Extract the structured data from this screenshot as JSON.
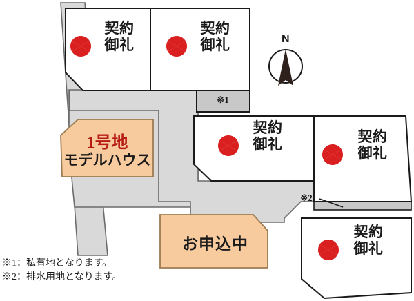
{
  "map": {
    "title_alt": "区画図",
    "colors": {
      "road": "#d9d9d9",
      "road_stroke": "#6b6b6b",
      "plot_white": "#ffffff",
      "plot_stroke": "#1a1a1a",
      "orange_fill": "#f8cb9e",
      "orange_stroke": "#9c7b52",
      "note_fill": "#c8c8c8",
      "note_stroke": "#1a1a1a",
      "accent_red": "#d91f1f",
      "label_red": "#b71b15",
      "compass_needle": "#2e211c",
      "text": "#1a1a1a"
    },
    "plots": [
      {
        "id": "plot-top-left",
        "status_line1": "契約",
        "status_line2": "御礼",
        "icon": "flower-seal-icon"
      },
      {
        "id": "plot-top-right",
        "status_line1": "契約",
        "status_line2": "御礼",
        "icon": "flower-seal-icon"
      },
      {
        "id": "plot-middle-center",
        "status_line1": "契約",
        "status_line2": "御礼",
        "icon": "flower-seal-icon"
      },
      {
        "id": "plot-middle-right",
        "status_line1": "契約",
        "status_line2": "御礼",
        "icon": "flower-seal-icon"
      },
      {
        "id": "plot-bottom-right",
        "status_line1": "契約",
        "status_line2": "御礼",
        "icon": "flower-seal-icon"
      }
    ],
    "model_house": {
      "line1": "1号地",
      "line2": "モデルハウス"
    },
    "application_plot": {
      "label": "お申込中"
    },
    "note_marks": {
      "note1": "※1",
      "note2": "※2"
    },
    "compass": {
      "label": "N",
      "icon": "compass-north-icon"
    }
  },
  "footnotes": [
    "※1：私有地となります。",
    "※2：排水用地となります。"
  ]
}
